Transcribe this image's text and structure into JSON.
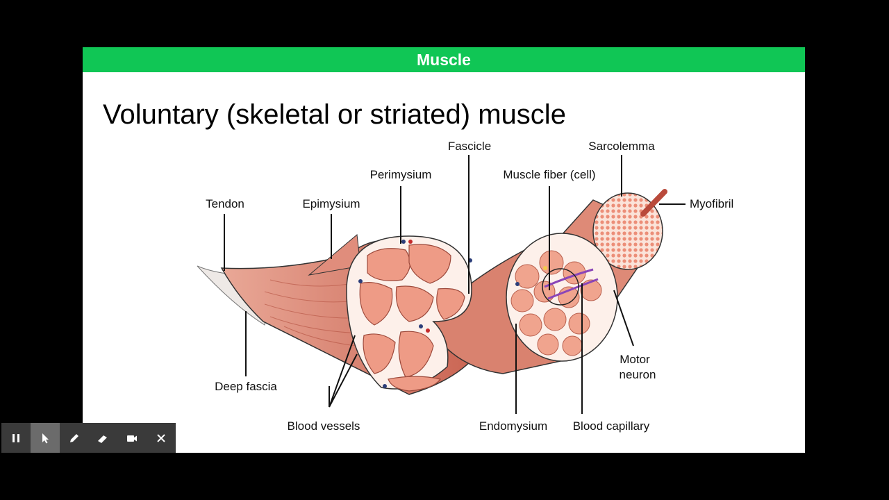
{
  "header": {
    "title": "Muscle"
  },
  "slide": {
    "title": "Voluntary (skeletal or striated) muscle"
  },
  "diagram": {
    "labels": {
      "fascicle": "Fascicle",
      "sarcolemma": "Sarcolemma",
      "perimysium": "Perimysium",
      "muscle_fiber": "Muscle fiber (cell)",
      "tendon": "Tendon",
      "epimysium": "Epimysium",
      "myofibril": "Myofibril",
      "deep_fascia": "Deep fascia",
      "motor_1": "Motor",
      "motor_2": "neuron",
      "blood_vessels": "Blood vessels",
      "endomysium": "Endomysium",
      "blood_capillary": "Blood capillary"
    }
  },
  "toolbar": {
    "buttons": [
      {
        "name": "pause-button",
        "icon": "pause-icon"
      },
      {
        "name": "pointer-button",
        "icon": "cursor-icon",
        "active": true
      },
      {
        "name": "pen-button",
        "icon": "pen-icon"
      },
      {
        "name": "eraser-button",
        "icon": "eraser-icon"
      },
      {
        "name": "camera-button",
        "icon": "camera-icon"
      },
      {
        "name": "close-button",
        "icon": "close-icon"
      }
    ]
  }
}
